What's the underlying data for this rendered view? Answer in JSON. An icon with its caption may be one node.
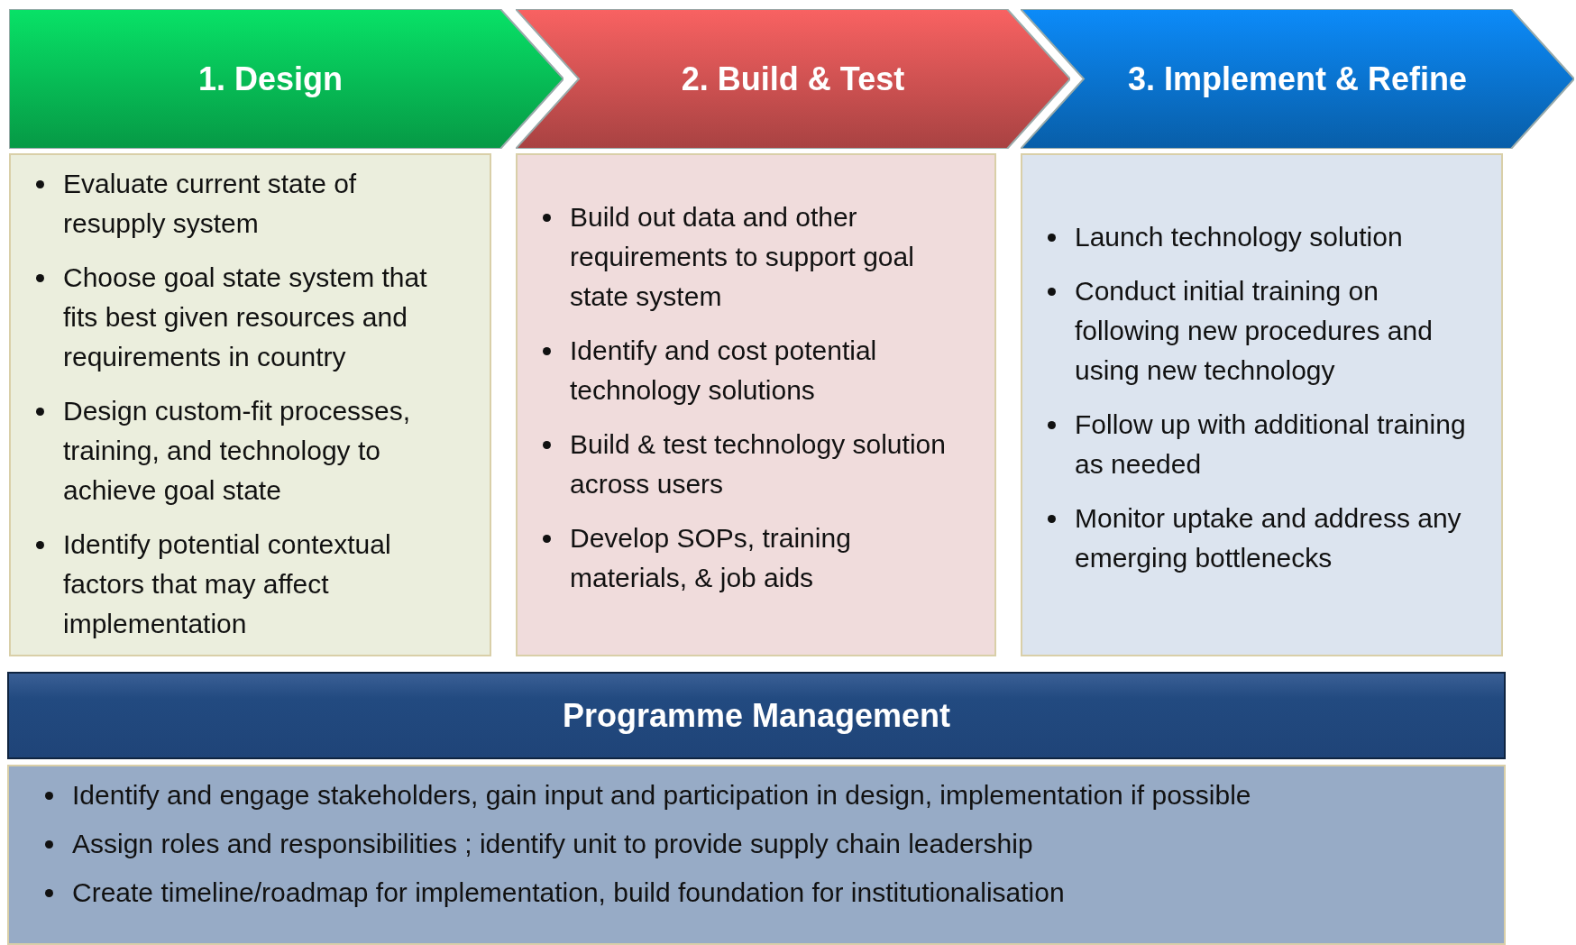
{
  "diagram": {
    "nodes": [
      {
        "text": [
          "1. Design"
        ]
      },
      {
        "text": [
          "Evaluate current state of resupply system",
          "Choose goal state system that fits best given resources and requirements in country",
          "Design custom-fit processes, training, and technology to achieve goal state",
          "Identify potential contextual factors that may affect implementation"
        ]
      },
      {
        "text": [
          "2. Build & Test"
        ]
      },
      {
        "text": [
          "Build out data and other requirements to support goal state system",
          "Identify and cost potential technology solutions",
          "Build & test technology solution across users",
          "Develop SOPs, training materials, & job aids"
        ]
      },
      {
        "text": [
          "3. Implement & Refine"
        ]
      },
      {
        "text": [
          "Launch technology solution",
          "Conduct initial training on following new procedures and using new technology",
          "Follow up with additional training as needed",
          "Monitor uptake and address any emerging bottlenecks"
        ]
      },
      {
        "text": [
          "Programme Management"
        ]
      },
      {
        "text": [
          "Identify and engage stakeholders, gain input and participation in design, implementation if possible",
          "Assign roles and responsibilities ; identify unit to provide supply chain leadership",
          "Create timeline/roadmap for implementation, build foundation for institutionalisation"
        ]
      }
    ]
  }
}
